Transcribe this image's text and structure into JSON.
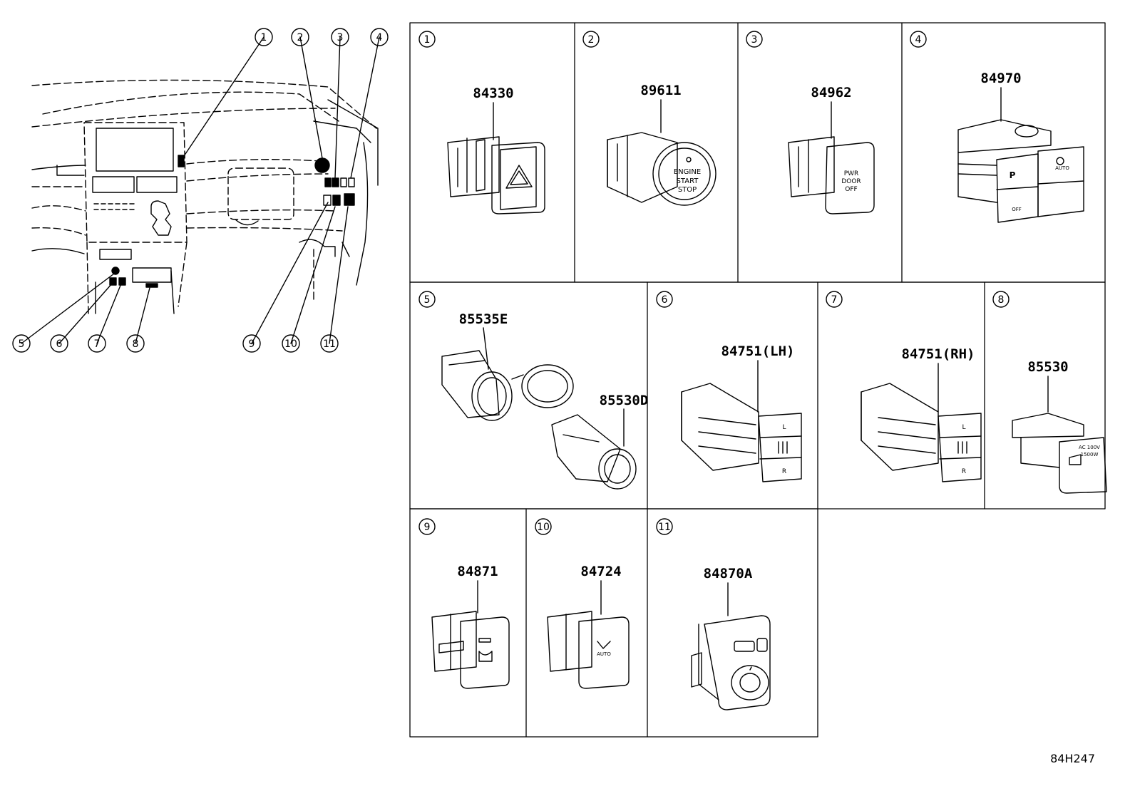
{
  "diagram_code": "84H247",
  "overview_callouts": [
    "1",
    "2",
    "3",
    "4",
    "5",
    "6",
    "7",
    "8",
    "9",
    "10",
    "11"
  ],
  "panels": [
    {
      "index": "1",
      "part_number": "84330"
    },
    {
      "index": "2",
      "part_number": "89611",
      "switch_text": [
        "ENGINE",
        "START",
        "STOP"
      ]
    },
    {
      "index": "3",
      "part_number": "84962",
      "switch_text": [
        "PWR",
        "DOOR",
        "OFF"
      ]
    },
    {
      "index": "4",
      "part_number": "84970",
      "switch_text": [
        "P",
        "OFF",
        "AUTO"
      ]
    },
    {
      "index": "5",
      "part_number": "85535E",
      "part_number_2": "85530D"
    },
    {
      "index": "6",
      "part_number": "84751(LH)",
      "switch_text": [
        "L",
        "R"
      ]
    },
    {
      "index": "7",
      "part_number": "84751(RH)",
      "switch_text": [
        "L",
        "R"
      ]
    },
    {
      "index": "8",
      "part_number": "85530",
      "switch_text": [
        "AC 100V",
        "1500W"
      ]
    },
    {
      "index": "9",
      "part_number": "84871"
    },
    {
      "index": "10",
      "part_number": "84724",
      "switch_text": [
        "AUTO"
      ]
    },
    {
      "index": "11",
      "part_number": "84870A"
    }
  ]
}
